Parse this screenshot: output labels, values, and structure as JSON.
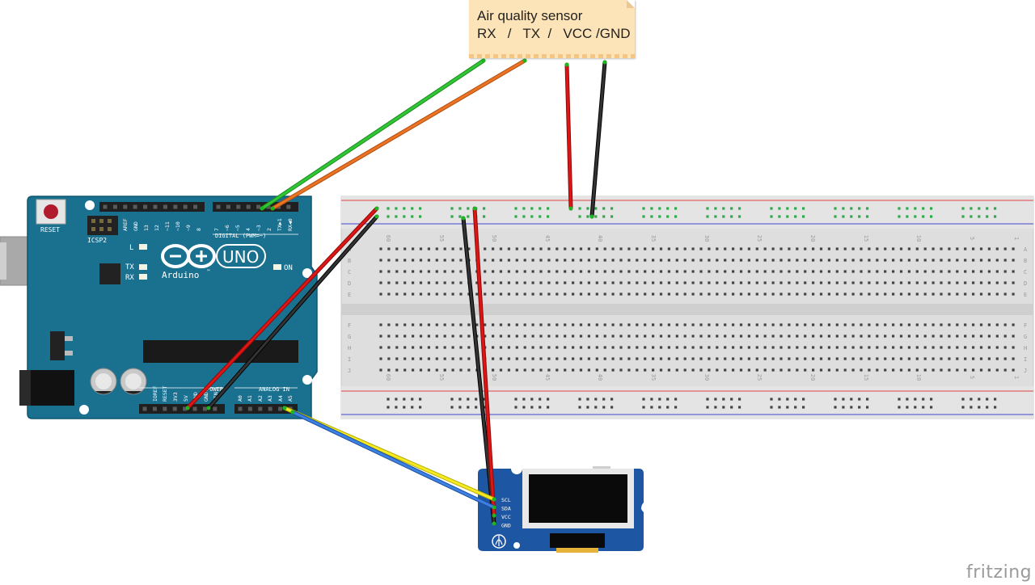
{
  "note": {
    "title": "Air quality sensor",
    "pins": "RX   /   TX  /   VCC /GND"
  },
  "arduino": {
    "reset_label": "RESET",
    "icsp_label": "ICSP2",
    "brand_label": "UNO",
    "maker_label": "Arduino",
    "tm_label": "™",
    "digital_header": "DIGITAL (PWM=~)",
    "power_header": "POWER",
    "analog_header": "ANALOG IN",
    "led_l": "L",
    "led_tx": "TX",
    "led_rx": "RX",
    "led_on": "ON",
    "digital_pins": [
      "AREF",
      "GND",
      "13",
      "12",
      "~11",
      "~10",
      "~9",
      "8",
      "7",
      "~6",
      "~5",
      "4",
      "~3",
      "2",
      "TX▶1",
      "RX◀0"
    ],
    "power_pins": [
      "IOREF",
      "RESET",
      "3V3",
      "5V",
      "GND",
      "GND",
      "VIN"
    ],
    "analog_pins": [
      "A0",
      "A1",
      "A2",
      "A3",
      "A4",
      "A5"
    ]
  },
  "breadboard": {
    "top_numbers": [
      "60",
      "55",
      "50",
      "45",
      "40",
      "35",
      "30",
      "25",
      "20",
      "15",
      "10",
      "5",
      "1"
    ],
    "bottom_numbers": [
      "60",
      "55",
      "50",
      "45",
      "40",
      "35",
      "30",
      "25",
      "20",
      "15",
      "10",
      "5",
      "1"
    ],
    "rows_top": [
      "A",
      "B",
      "C",
      "D",
      "E"
    ],
    "rows_bottom": [
      "F",
      "G",
      "H",
      "I",
      "J"
    ]
  },
  "oled": {
    "pins": [
      "SCL",
      "SDA",
      "VCC",
      "GND"
    ]
  },
  "brand_footer": "fritzing",
  "colors": {
    "board": "#19708f",
    "wire_green": "#22b22b",
    "wire_orange": "#e0661a",
    "wire_red": "#d01010",
    "wire_black": "#222222",
    "wire_yellow": "#f2e614",
    "wire_blue": "#2e6fd0",
    "oled_board": "#1d57a3"
  }
}
